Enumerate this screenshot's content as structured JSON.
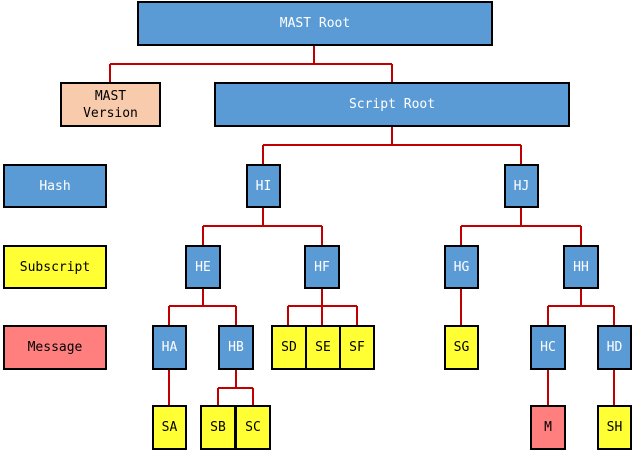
{
  "colors": {
    "hash": "#5b9bd5",
    "subscript": "#ffff33",
    "message": "#ff7f7f",
    "version": "#f8cbad",
    "edge": "#c00000"
  },
  "legend": {
    "hash": "Hash",
    "subscript": "Subscript",
    "message": "Message"
  },
  "nodes": {
    "mast_root": "MAST Root",
    "mast_version": "MAST\nVersion",
    "script_root": "Script Root",
    "hi": "HI",
    "hj": "HJ",
    "he": "HE",
    "hf": "HF",
    "hg": "HG",
    "hh": "HH",
    "ha": "HA",
    "hb": "HB",
    "sd": "SD",
    "se": "SE",
    "sf": "SF",
    "sg_leaf": "SG",
    "hc": "HC",
    "hd": "HD",
    "sa": "SA",
    "sb": "SB",
    "sc": "SC",
    "m": "M",
    "sh": "SH"
  }
}
